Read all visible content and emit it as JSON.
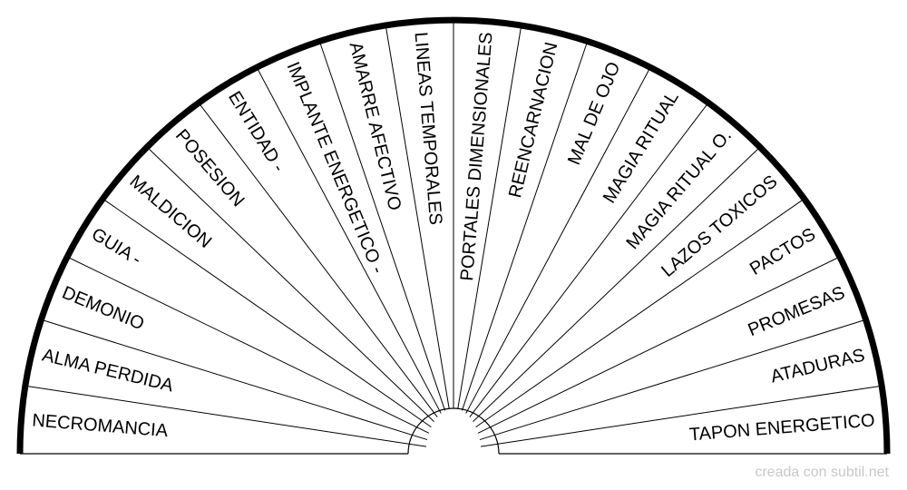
{
  "chart_data": {
    "type": "pendulum-chart",
    "segments": [
      "NECROMANCIA",
      "ALMA PERDIDA",
      "DEMONIO",
      "GUIA -",
      "MALDICION",
      "POSESION",
      "ENTIDAD -",
      "IMPLANTE ENERGETICO -",
      "AMARRE AFECTIVO",
      "LINEAS TEMPORALES",
      "PORTALES DIMENSIONALES",
      "REENCARNACION",
      "MAL DE OJO",
      "MAGIA RITUAL",
      "MAGIA RITUAL O.",
      "LAZOS TOXICOS",
      "PACTOS",
      "PROMESAS",
      "ATADURAS",
      "TAPON ENERGETICO"
    ]
  },
  "watermark": "creada con subtil.net",
  "colors": {
    "stroke": "#000000",
    "background": "#ffffff",
    "watermark": "#c8c8c8"
  }
}
